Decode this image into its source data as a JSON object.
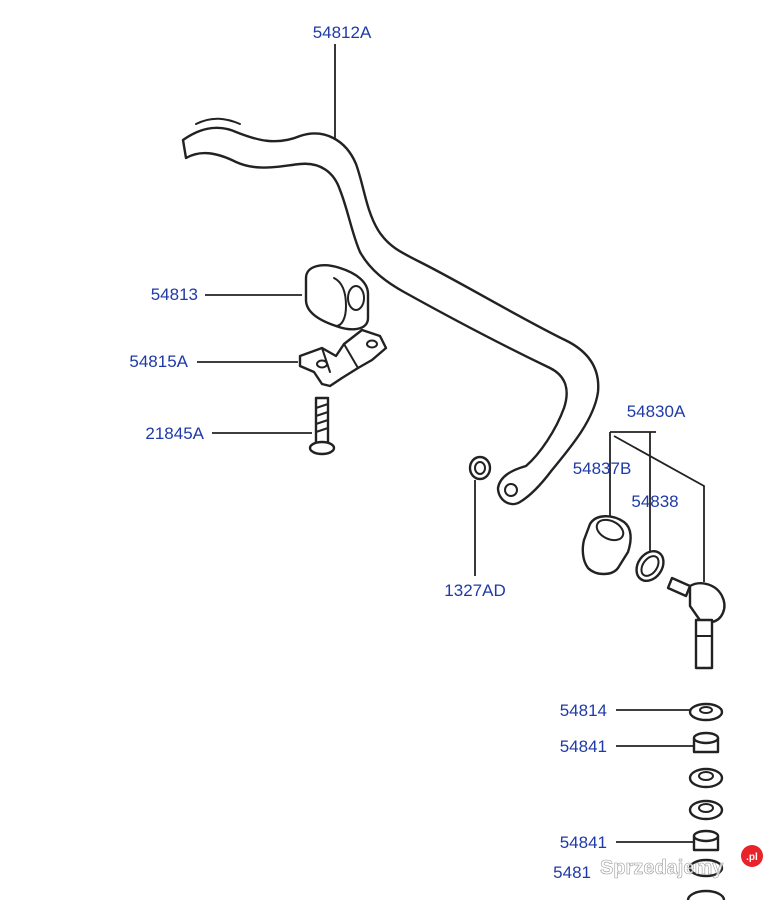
{
  "colors": {
    "label": "#1f3aa8",
    "line": "#222222",
    "watermark_badge": "#e8232a"
  },
  "parts": [
    {
      "id": "stabilizer-bar",
      "number": "54812A"
    },
    {
      "id": "bushing",
      "number": "54813"
    },
    {
      "id": "bushing-bracket",
      "number": "54815A"
    },
    {
      "id": "bolt",
      "number": "21845A"
    },
    {
      "id": "link-assembly",
      "number": "54830A"
    },
    {
      "id": "dust-cover",
      "number": "54837B"
    },
    {
      "id": "ring",
      "number": "54838"
    },
    {
      "id": "nut",
      "number": "1327AD"
    },
    {
      "id": "retainer-upper",
      "number": "54814"
    },
    {
      "id": "link-bushing-upper",
      "number": "54841"
    },
    {
      "id": "link-bushing-lower",
      "number": "54841"
    },
    {
      "id": "retainer-lower",
      "number": "5481"
    },
    {
      "id": "bottom-partial",
      "number": ""
    }
  ],
  "watermark": {
    "text": "Sprzedajemy",
    "badge": ".pl"
  }
}
